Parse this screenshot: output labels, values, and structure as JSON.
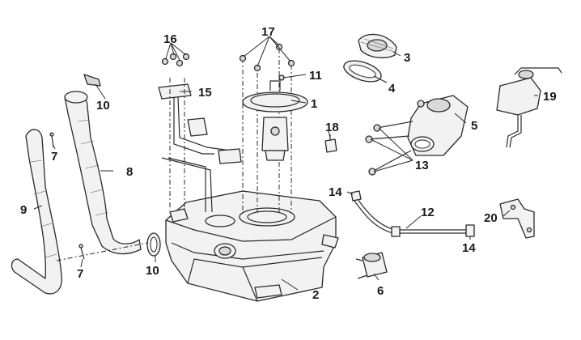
{
  "title": "Fuel tank assembly exploded parts diagram",
  "callouts": [
    {
      "id": "c1",
      "text": "1"
    },
    {
      "id": "c2",
      "text": "2"
    },
    {
      "id": "c3",
      "text": "3"
    },
    {
      "id": "c4",
      "text": "4"
    },
    {
      "id": "c5",
      "text": "5"
    },
    {
      "id": "c6",
      "text": "6"
    },
    {
      "id": "c7a",
      "text": "7"
    },
    {
      "id": "c7b",
      "text": "7"
    },
    {
      "id": "c8",
      "text": "8"
    },
    {
      "id": "c9",
      "text": "9"
    },
    {
      "id": "c10a",
      "text": "10"
    },
    {
      "id": "c10b",
      "text": "10"
    },
    {
      "id": "c11",
      "text": "11"
    },
    {
      "id": "c12",
      "text": "12"
    },
    {
      "id": "c13",
      "text": "13"
    },
    {
      "id": "c14a",
      "text": "14"
    },
    {
      "id": "c14b",
      "text": "14"
    },
    {
      "id": "c15",
      "text": "15"
    },
    {
      "id": "c16",
      "text": "16"
    },
    {
      "id": "c17",
      "text": "17"
    },
    {
      "id": "c18",
      "text": "18"
    },
    {
      "id": "c19",
      "text": "19"
    },
    {
      "id": "c20",
      "text": "20"
    }
  ]
}
